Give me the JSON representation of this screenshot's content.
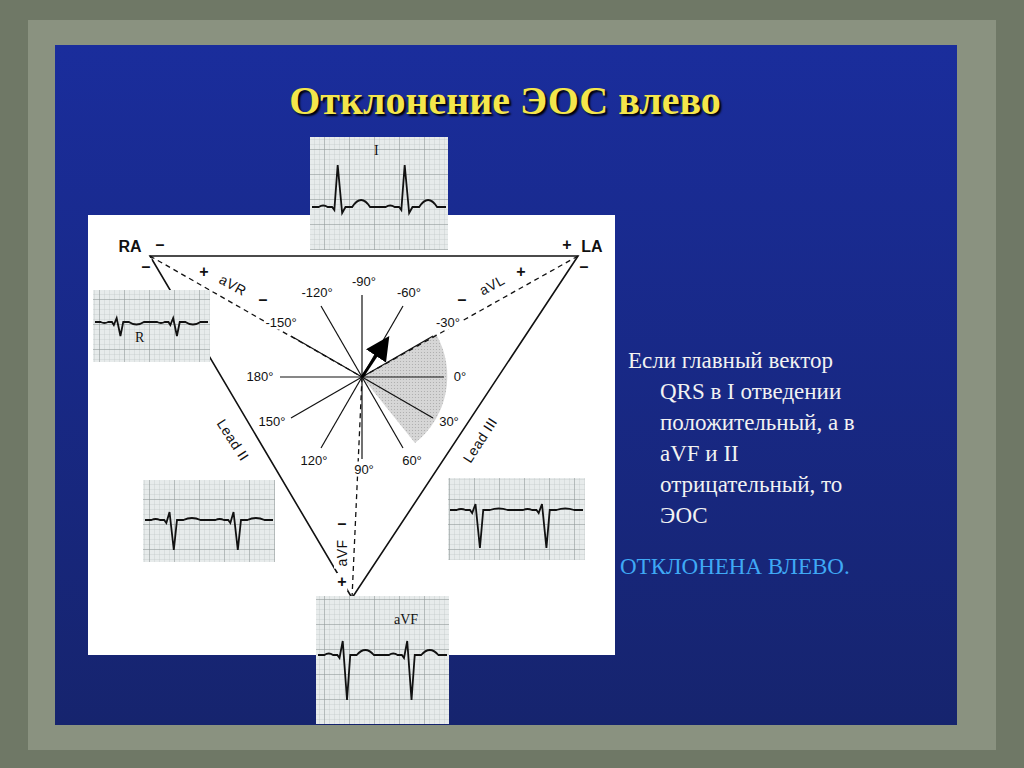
{
  "diagram": {
    "title": "Отклонение ЭОС влево",
    "nodes": [
      {
        "text": [
          "I"
        ]
      },
      {
        "text": [
          "R"
        ]
      },
      {
        "text": [
          "aVF"
        ]
      }
    ],
    "labels": [
      "RA",
      "–",
      "–",
      "+",
      "LA",
      "–",
      "+",
      "aVR",
      "–",
      "–",
      "aVL",
      "+",
      "Lead II",
      "Lead III",
      "+",
      "aVF",
      "–",
      "-120°",
      "-90°",
      "-60°",
      "-30°",
      "0°",
      "30°",
      "60°",
      "90°",
      "120°",
      "150°",
      "180°",
      "-150°",
      "Если главный вектор QRS в I отведении положительный, а в aVF и II отрицательный, то ЭОС",
      "ОТКЛОНЕНА ВЛЕВО."
    ]
  }
}
